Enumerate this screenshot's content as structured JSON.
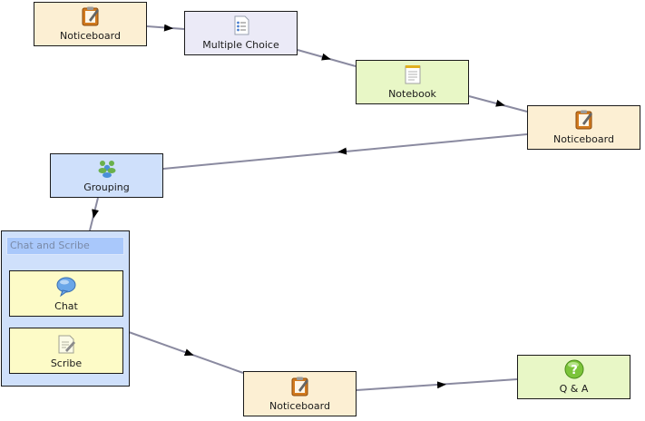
{
  "diagram": {
    "nodes": [
      {
        "id": "n1",
        "label": "Noticeboard",
        "icon": "noticeboard-icon"
      },
      {
        "id": "n2",
        "label": "Multiple Choice",
        "icon": "checklist-icon"
      },
      {
        "id": "n3",
        "label": "Notebook",
        "icon": "notebook-icon"
      },
      {
        "id": "n4",
        "label": "Noticeboard",
        "icon": "noticeboard-icon"
      },
      {
        "id": "n5",
        "label": "Grouping",
        "icon": "people-group-icon"
      },
      {
        "id": "n6",
        "label": "Noticeboard",
        "icon": "noticeboard-icon"
      },
      {
        "id": "n7",
        "label": "Q & A",
        "icon": "question-mark-icon"
      }
    ],
    "container": {
      "title": "Chat and Scribe",
      "children": [
        {
          "id": "c1",
          "label": "Chat",
          "icon": "speech-bubble-icon"
        },
        {
          "id": "c2",
          "label": "Scribe",
          "icon": "pencil-page-icon"
        }
      ]
    },
    "edges": [
      {
        "from": "n1",
        "to": "n2"
      },
      {
        "from": "n2",
        "to": "n3"
      },
      {
        "from": "n3",
        "to": "n4"
      },
      {
        "from": "n4",
        "to": "n5"
      },
      {
        "from": "n5",
        "to": "container"
      },
      {
        "from": "container",
        "to": "n6"
      },
      {
        "from": "n6",
        "to": "n7"
      }
    ],
    "colors": {
      "noticeboard": "#fcefd3",
      "multiple_choice": "#ebeaf7",
      "notebook": "#e8f7c6",
      "grouping": "#cfe0fb",
      "qa": "#e8f7c6",
      "tool": "#fdfbc7",
      "edge": "#8a8aa0"
    }
  }
}
